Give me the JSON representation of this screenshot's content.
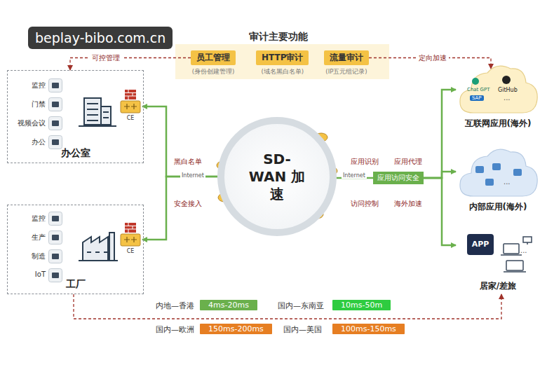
{
  "diagram": {
    "title": "审计主要功能",
    "nodes": [
      {
        "text": [
          "办公室"
        ]
      },
      {
        "text": [
          "监控"
        ],
        "in": 0
      },
      {
        "text": [
          "门禁"
        ],
        "in": 0
      },
      {
        "text": [
          "视频会议"
        ],
        "in": 0
      },
      {
        "text": [
          "办公"
        ],
        "in": 0
      },
      {
        "text": [
          "CE"
        ],
        "in": 0
      },
      {
        "text": [
          "工厂"
        ]
      },
      {
        "text": [
          "监控"
        ],
        "in": 6
      },
      {
        "text": [
          "生产"
        ],
        "in": 6
      },
      {
        "text": [
          "制造"
        ],
        "in": 6
      },
      {
        "text": [
          "IoT"
        ],
        "in": 6
      },
      {
        "text": [
          "CE"
        ],
        "in": 6
      },
      {
        "text": [
          "员工管理",
          "(身份创建管理)"
        ]
      },
      {
        "text": [
          "HTTP审计",
          "(域名黑白名单)"
        ]
      },
      {
        "text": [
          "流量审计",
          "(IP五元组记录)"
        ]
      },
      {
        "text": [
          "SD-WAN 加速"
        ]
      },
      {
        "text": [
          "应用访问安全"
        ]
      },
      {
        "text": [
          "Chat GPT",
          "GitHub",
          "SAP",
          "...",
          "互联网应用(海外)"
        ]
      },
      {
        "text": [
          "...",
          "内部应用(海外)"
        ]
      },
      {
        "text": [
          "APP",
          "...",
          "居家/差旅"
        ]
      },
      {
        "text": [
          "4ms-20ms"
        ]
      },
      {
        "text": [
          "10ms-50m"
        ]
      },
      {
        "text": [
          "150ms-200ms"
        ]
      },
      {
        "text": [
          "100ms-150ms"
        ]
      }
    ],
    "edges": [
      {
        "from": 15,
        "to": 5,
        "arrow": "to"
      },
      {
        "from": 15,
        "to": 11,
        "arrow": "to"
      },
      {
        "from": 15,
        "to": 16,
        "arrow": "none"
      },
      {
        "from": 16,
        "to": 17,
        "arrow": "to"
      },
      {
        "from": 16,
        "to": 18,
        "arrow": "to"
      },
      {
        "from": 16,
        "to": 19,
        "arrow": "to"
      },
      {
        "from": 12,
        "to": 0,
        "label": "可控管理",
        "arrow": "to"
      },
      {
        "from": 14,
        "to": 17,
        "label": "定向加速",
        "arrow": "to"
      },
      {
        "from": 6,
        "to": 19,
        "arrow": "to"
      }
    ],
    "labels": [
      "beplay-bibo.com.cn",
      "黑白名单",
      "Internet",
      "安全接入",
      "应用识别",
      "应用代理",
      "Internet",
      "访问控制",
      "海外加速",
      "内地—香港",
      "国内—东南亚",
      "国内—欧洲",
      "国内—美国"
    ]
  }
}
